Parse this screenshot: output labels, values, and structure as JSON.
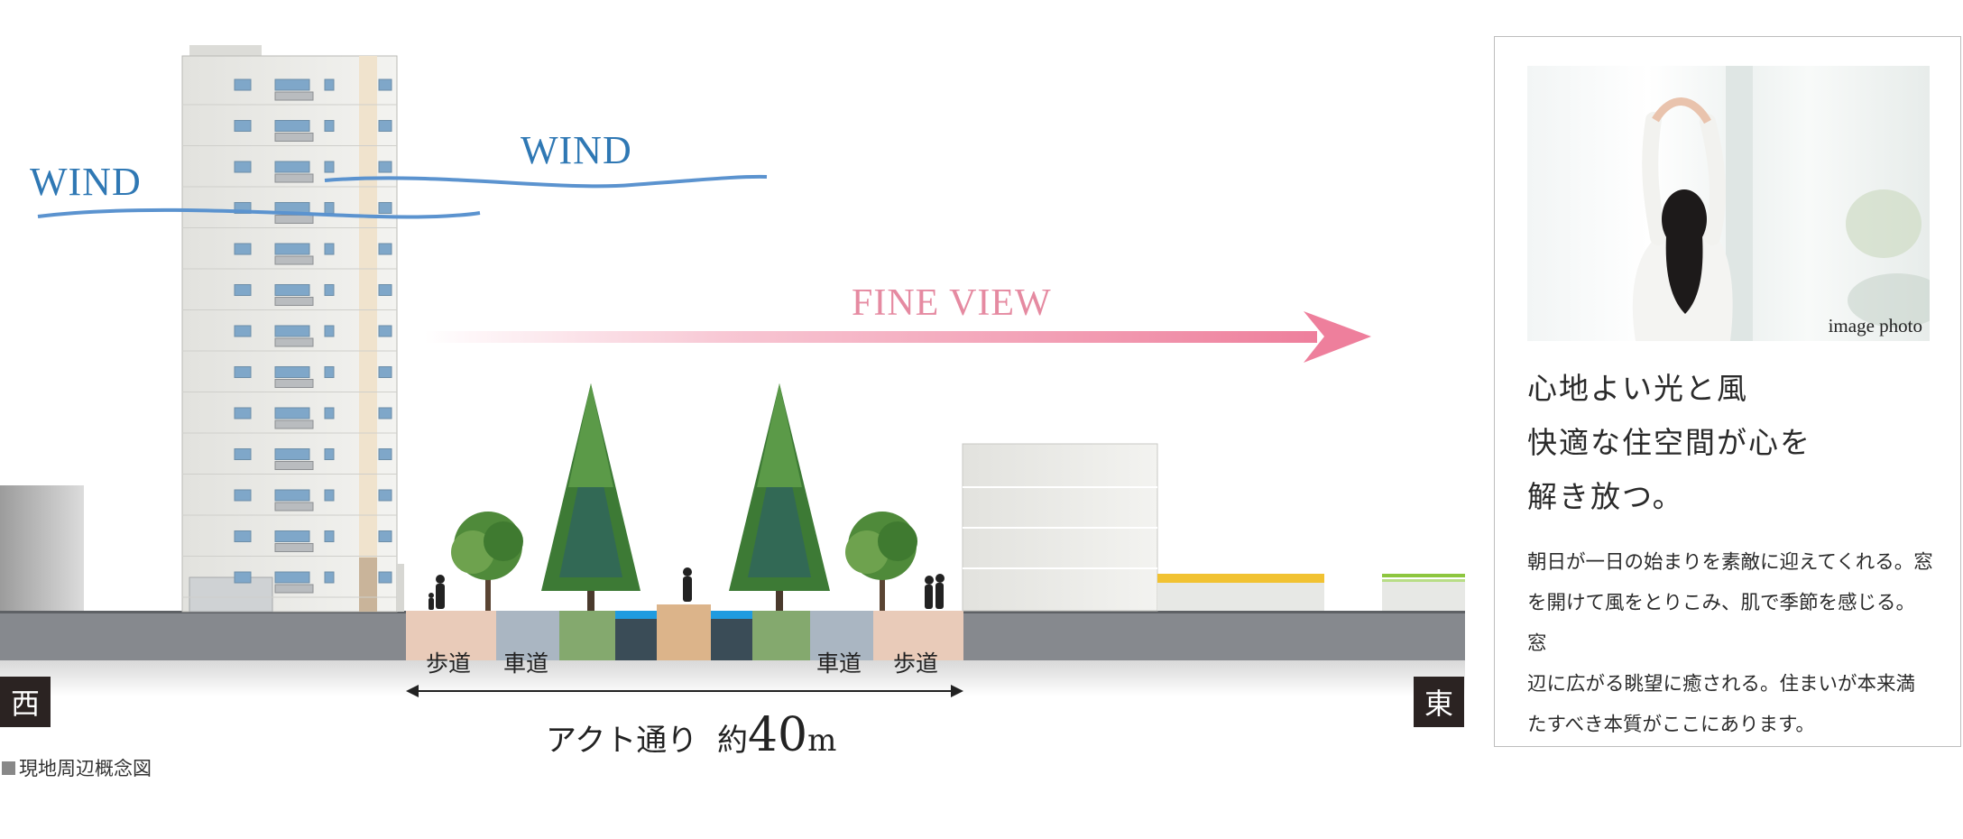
{
  "diagram": {
    "wind_labels": [
      "WIND",
      "WIND"
    ],
    "fine_view_label": "FINE VIEW",
    "zones_left": [
      "歩道",
      "車道"
    ],
    "zones_right": [
      "車道",
      "歩道"
    ],
    "direction_west": "西",
    "direction_east": "東",
    "street_name": "アクト通り",
    "street_width_prefix": "約",
    "street_width_value": "40",
    "street_width_unit": "m",
    "caption": "現地周辺概念図",
    "colors": {
      "wind": "#5b93cf",
      "fine_view": "#ee7f9c",
      "sidewalk": "#e9cbb9",
      "roadway": "#aab6c2",
      "median_green": "#84a96e",
      "water": "#1f9be0",
      "plaza": "#dcb48a",
      "ground": "#86898e"
    }
  },
  "panel": {
    "photo_caption": "image photo",
    "headline": [
      "心地よい光と風",
      "快適な住空間が心を",
      "解き放つ。"
    ],
    "body": [
      "朝日が一日の始まりを素敵に迎えてくれる。窓",
      "を開けて風をとりこみ、肌で季節を感じる。窓",
      "辺に広がる眺望に癒される。住まいが本来満",
      "たすべき本質がここにあります。"
    ]
  }
}
